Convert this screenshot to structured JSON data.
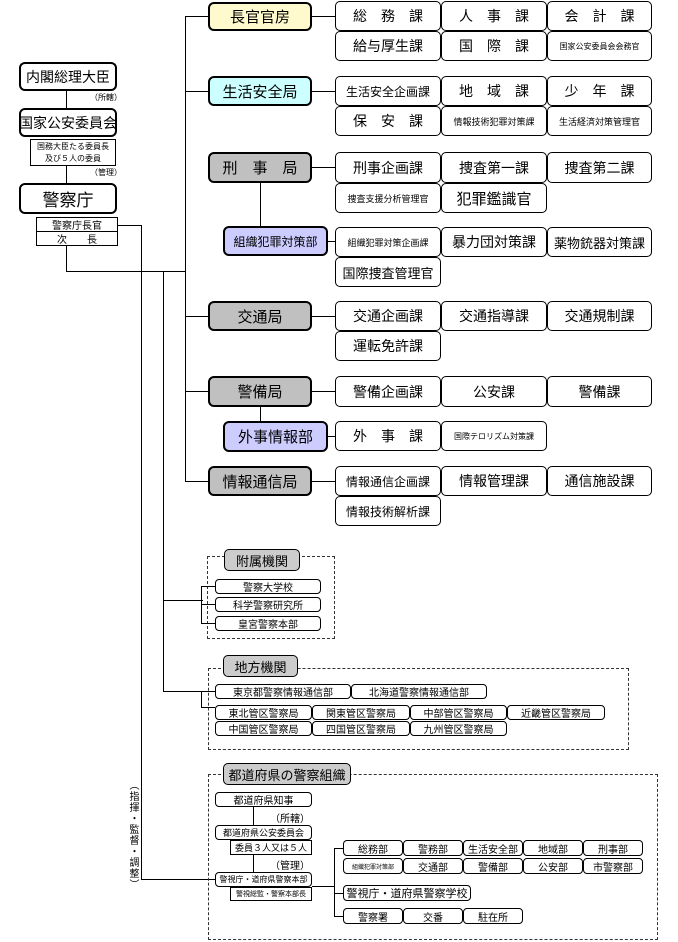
{
  "left": {
    "cabinet": "内閣総理大臣",
    "jurisdiction_note": "（所轄）",
    "npsc": "国家公安委員会",
    "npsc_members": "国務大臣たる委員長及び５人の委員",
    "npsc_members_line1": "国務大臣たる委員長",
    "npsc_members_line2": "及び５人の委員",
    "management_note": "（管理）",
    "npa": "警察庁",
    "commissioner": "警察庁長官",
    "deputy": "次　　長",
    "vertical_note": "（指揮・監督・調整）"
  },
  "colors": {
    "secretariat": "#FFFACD",
    "community_safety": "#CCFFFF",
    "bureau_gray": "#C0C0C0",
    "department_purple": "#CCCCFF"
  },
  "bureaus": [
    {
      "name": "長官官房",
      "divisions": [
        "総　務　課",
        "人　事　課",
        "会　計　課",
        "給与厚生課",
        "国　際　課",
        "国家公安委員会会務官"
      ]
    },
    {
      "name": "生活安全局",
      "divisions": [
        "生活安全企画課",
        "地　域　課",
        "少　年　課",
        "保　安　課",
        "情報技術犯罪対策課",
        "生活経済対策管理官"
      ]
    },
    {
      "name": "刑　事　局",
      "divisions": [
        "刑事企画課",
        "捜査第一課",
        "捜査第二課",
        "捜査支援分析管理官",
        "犯罪鑑識官"
      ],
      "sub": {
        "name": "組織犯罪対策部",
        "divisions": [
          "組織犯罪対策企画課",
          "暴力団対策課",
          "薬物銃器対策課",
          "国際捜査管理官"
        ]
      }
    },
    {
      "name": "交通局",
      "divisions": [
        "交通企画課",
        "交通指導課",
        "交通規制課",
        "運転免許課"
      ]
    },
    {
      "name": "警備局",
      "divisions": [
        "警備企画課",
        "公安課",
        "警備課"
      ],
      "sub": {
        "name": "外事情報部",
        "divisions": [
          "外　事　課",
          "国際テロリズム対策課"
        ]
      }
    },
    {
      "name": "情報通信局",
      "divisions": [
        "情報通信企画課",
        "情報管理課",
        "通信施設課",
        "情報技術解析課"
      ]
    }
  ],
  "affiliated": {
    "title": "附属機関",
    "items": [
      "警察大学校",
      "科学警察研究所",
      "皇宮警察本部"
    ]
  },
  "regional": {
    "title": "地方機関",
    "row1": [
      "東京都警察情報通信部",
      "北海道警察情報通信部"
    ],
    "row2": [
      "東北管区警察局",
      "関東管区警察局",
      "中部管区警察局",
      "近畿管区警察局"
    ],
    "row3": [
      "中国管区警察局",
      "四国管区警察局",
      "九州管区警察局"
    ]
  },
  "prefectural": {
    "title": "都道府県の警察組織",
    "governor": "都道府県知事",
    "jurisdiction_note": "（所轄）",
    "psc": "都道府県公安委員会",
    "psc_members": "委員３人又は５人",
    "management_note": "（管理）",
    "hq": "警視庁・道府県警察本部",
    "hq_head": "警視総監・警察本部長",
    "depts_row1": [
      "総務部",
      "警務部",
      "生活安全部",
      "地域部",
      "刑事部"
    ],
    "depts_row2": [
      "組織犯罪対策部",
      "交通部",
      "警備部",
      "公安部",
      "市警察部"
    ],
    "school": "警視庁・道府県警察学校",
    "stations": [
      "警察署",
      "交番",
      "駐在所"
    ]
  }
}
